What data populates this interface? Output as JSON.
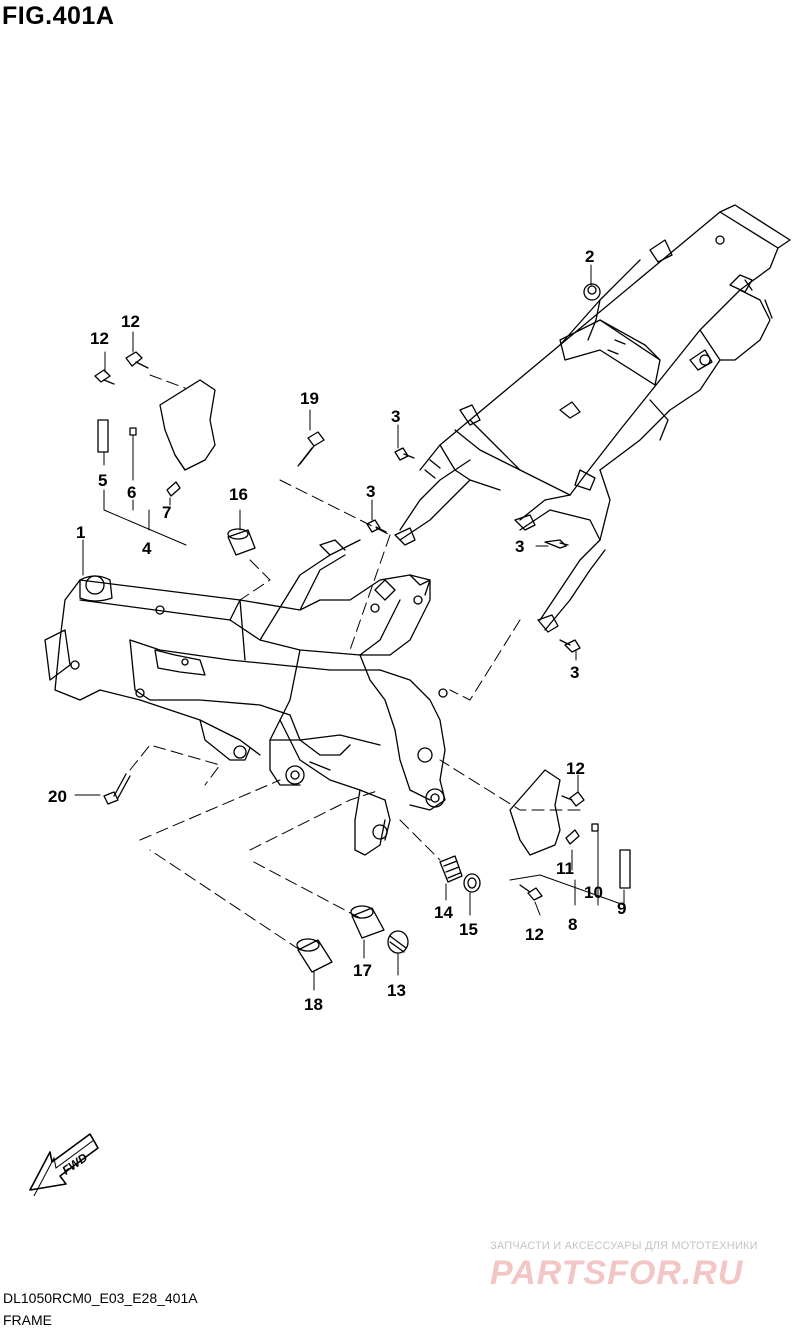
{
  "figure": {
    "title": "FIG.401A",
    "code": "DL1050RCM0_E03_E28_401A",
    "subtitle": "FRAME"
  },
  "watermark": {
    "tagline": "ЗАПЧАСТИ И АКСЕССУАРЫ ДЛЯ МОТОТЕХНИКИ",
    "brand": "PARTSFOR.RU"
  },
  "arrow": {
    "label": "FWD"
  },
  "callouts": {
    "c1": "1",
    "c2": "2",
    "c3a": "3",
    "c3b": "3",
    "c3c": "3",
    "c3d": "3",
    "c4": "4",
    "c5": "5",
    "c6": "6",
    "c7": "7",
    "c8": "8",
    "c9": "9",
    "c10": "10",
    "c11": "11",
    "c12a": "12",
    "c12b": "12",
    "c12c": "12",
    "c12d": "12",
    "c13": "13",
    "c14": "14",
    "c15": "15",
    "c16": "16",
    "c17": "17",
    "c18": "18",
    "c19": "19",
    "c20": "20"
  },
  "colors": {
    "line": "#000000",
    "watermark_text": "#c4c4c4",
    "watermark_logo": "#f3c6c6"
  }
}
